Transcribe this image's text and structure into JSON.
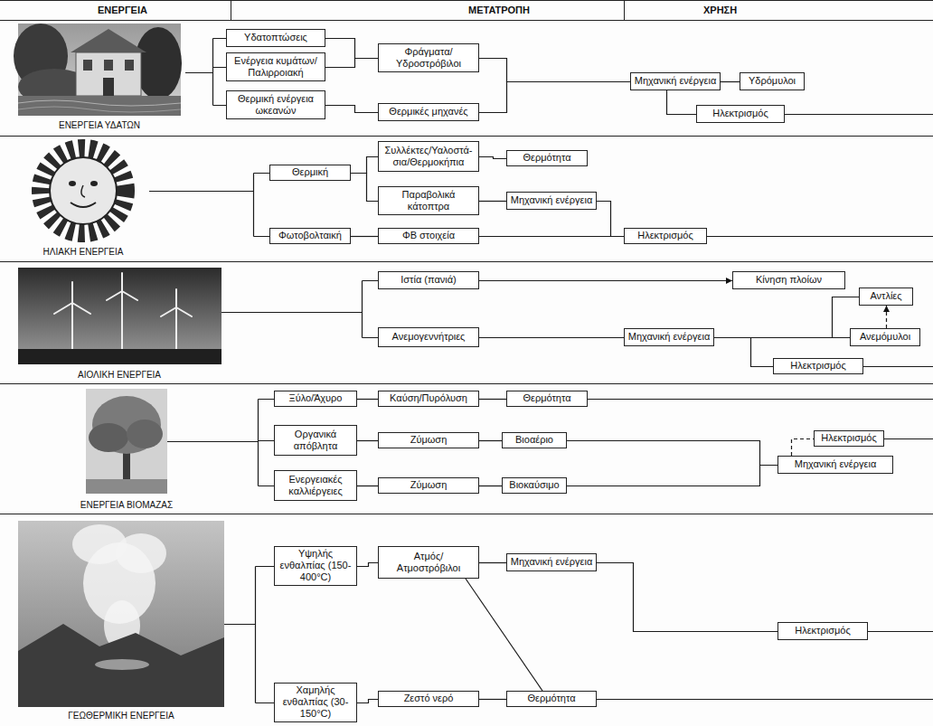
{
  "diagram": {
    "nodes": [
      {
        "text": [
          "Υδατοπτώσεις"
        ]
      },
      {
        "text": [
          "Ενέργεια κυμάτων/ Παλιρροιακή"
        ]
      },
      {
        "text": [
          "Θερμική ενέργεια ωκεανών"
        ]
      },
      {
        "text": [
          "Φράγματα/ Υδροστρόβιλοι"
        ]
      },
      {
        "text": [
          "Θερμικές μηχανές"
        ]
      },
      {
        "text": [
          "Μηχανική ενέργεια"
        ]
      },
      {
        "text": [
          "Υδρόμυλοι"
        ]
      },
      {
        "text": [
          "Ηλεκτρισμός"
        ]
      },
      {
        "text": [
          "Θερμική"
        ]
      },
      {
        "text": [
          "Φωτοβολταική"
        ]
      },
      {
        "text": [
          "Συλλέκτες/Υαλοστά- σια/Θερμοκήπια"
        ]
      },
      {
        "text": [
          "Παραβολικά κάτοπτρα"
        ]
      },
      {
        "text": [
          "ΦΒ στοιχεία"
        ]
      },
      {
        "text": [
          "Θερμότητα"
        ]
      },
      {
        "text": [
          "Μηχανική ενέργεια"
        ]
      },
      {
        "text": [
          "Ηλεκτρισμός"
        ]
      },
      {
        "text": [
          "Ιστία (πανιά)"
        ]
      },
      {
        "text": [
          "Ανεμογεννήτριες"
        ]
      },
      {
        "text": [
          "Κίνηση πλοίων"
        ]
      },
      {
        "text": [
          "Μηχανική ενέργεια"
        ]
      },
      {
        "text": [
          "Αντλίες"
        ]
      },
      {
        "text": [
          "Ανεμόμυλοι"
        ]
      },
      {
        "text": [
          "Ηλεκτρισμός"
        ]
      },
      {
        "text": [
          "Ξύλο/Άχυρο"
        ]
      },
      {
        "text": [
          "Οργανικά απόβλητα"
        ]
      },
      {
        "text": [
          "Ενεργειακές καλλιέργειες"
        ]
      },
      {
        "text": [
          "Καύση/Πυρόλυση"
        ]
      },
      {
        "text": [
          "Ζύμωση"
        ]
      },
      {
        "text": [
          "Ζύμωση"
        ]
      },
      {
        "text": [
          "Θερμότητα"
        ]
      },
      {
        "text": [
          "Βιοαέριο"
        ]
      },
      {
        "text": [
          "Βιοκαύσιμο"
        ]
      },
      {
        "text": [
          "Ηλεκτρισμός"
        ]
      },
      {
        "text": [
          "Μηχανική ενέργεια"
        ]
      },
      {
        "text": [
          "Υψηλής ενθαλπίας (150-400°C)"
        ]
      },
      {
        "text": [
          "Χαμηλής ενθαλπίας (30-150°C)"
        ]
      },
      {
        "text": [
          "Ατμός/ Ατμοστρόβιλοι"
        ]
      },
      {
        "text": [
          "Ζεστό νερό"
        ]
      },
      {
        "text": [
          "Μηχανική ενέργεια"
        ]
      },
      {
        "text": [
          "Ηλεκτρισμός"
        ]
      },
      {
        "text": [
          "Θερμότητα"
        ]
      }
    ],
    "edges": [
      {
        "from": 0,
        "to": 3,
        "arrow": "none"
      },
      {
        "from": 1,
        "to": 3,
        "arrow": "none"
      },
      {
        "from": 2,
        "to": 4,
        "arrow": "none"
      },
      {
        "from": 3,
        "to": 5,
        "arrow": "none"
      },
      {
        "from": 4,
        "to": 5,
        "arrow": "none"
      },
      {
        "from": 5,
        "to": 6,
        "arrow": "none"
      },
      {
        "from": 5,
        "to": 7,
        "arrow": "none"
      },
      {
        "from": 8,
        "to": 10,
        "arrow": "none"
      },
      {
        "from": 8,
        "to": 11,
        "arrow": "none"
      },
      {
        "from": 9,
        "to": 12,
        "arrow": "none"
      },
      {
        "from": 10,
        "to": 13,
        "arrow": "none"
      },
      {
        "from": 11,
        "to": 14,
        "arrow": "none"
      },
      {
        "from": 14,
        "to": 15,
        "arrow": "none"
      },
      {
        "from": 12,
        "to": 15,
        "arrow": "none"
      },
      {
        "from": 16,
        "to": 18,
        "arrow": "to"
      },
      {
        "from": 17,
        "to": 19,
        "arrow": "none"
      },
      {
        "from": 19,
        "to": 20,
        "arrow": "none"
      },
      {
        "from": 19,
        "to": 21,
        "arrow": "none"
      },
      {
        "from": 21,
        "to": 20,
        "arrow": "to"
      },
      {
        "from": 19,
        "to": 22,
        "arrow": "none"
      },
      {
        "from": 23,
        "to": 26,
        "arrow": "none"
      },
      {
        "from": 26,
        "to": 29,
        "arrow": "none"
      },
      {
        "from": 24,
        "to": 27,
        "arrow": "none"
      },
      {
        "from": 25,
        "to": 28,
        "arrow": "none"
      },
      {
        "from": 27,
        "to": 30,
        "arrow": "none"
      },
      {
        "from": 28,
        "to": 31,
        "arrow": "none"
      },
      {
        "from": 30,
        "to": 33,
        "arrow": "none"
      },
      {
        "from": 31,
        "to": 33,
        "arrow": "none"
      },
      {
        "from": 33,
        "to": 32,
        "arrow": "none"
      },
      {
        "from": 34,
        "to": 36,
        "arrow": "none"
      },
      {
        "from": 35,
        "to": 37,
        "arrow": "none"
      },
      {
        "from": 36,
        "to": 38,
        "arrow": "none"
      },
      {
        "from": 38,
        "to": 39,
        "arrow": "none"
      },
      {
        "from": 37,
        "to": 40,
        "arrow": "none"
      },
      {
        "from": 36,
        "to": 40,
        "arrow": "none"
      }
    ],
    "labels": [
      "ΕΝΕΡΓΕΙΑ",
      "ΜΕΤΑΤΡΟΠΗ",
      "ΧΡΗΣΗ",
      "ΕΝΕΡΓΕΙΑ ΥΔΑΤΩΝ",
      "ΗΛΙΑΚΗ ΕΝΕΡΓΕΙΑ",
      "ΑΙΟΛΙΚΗ ΕΝΕΡΓΕΙΑ",
      "ΕΝΕΡΓΕΙΑ ΒΙΟΜΑΖΑΣ",
      "ΓΕΩΘΕΡΜΙΚΗ ΕΝΕΡΓΕΙΑ"
    ]
  }
}
